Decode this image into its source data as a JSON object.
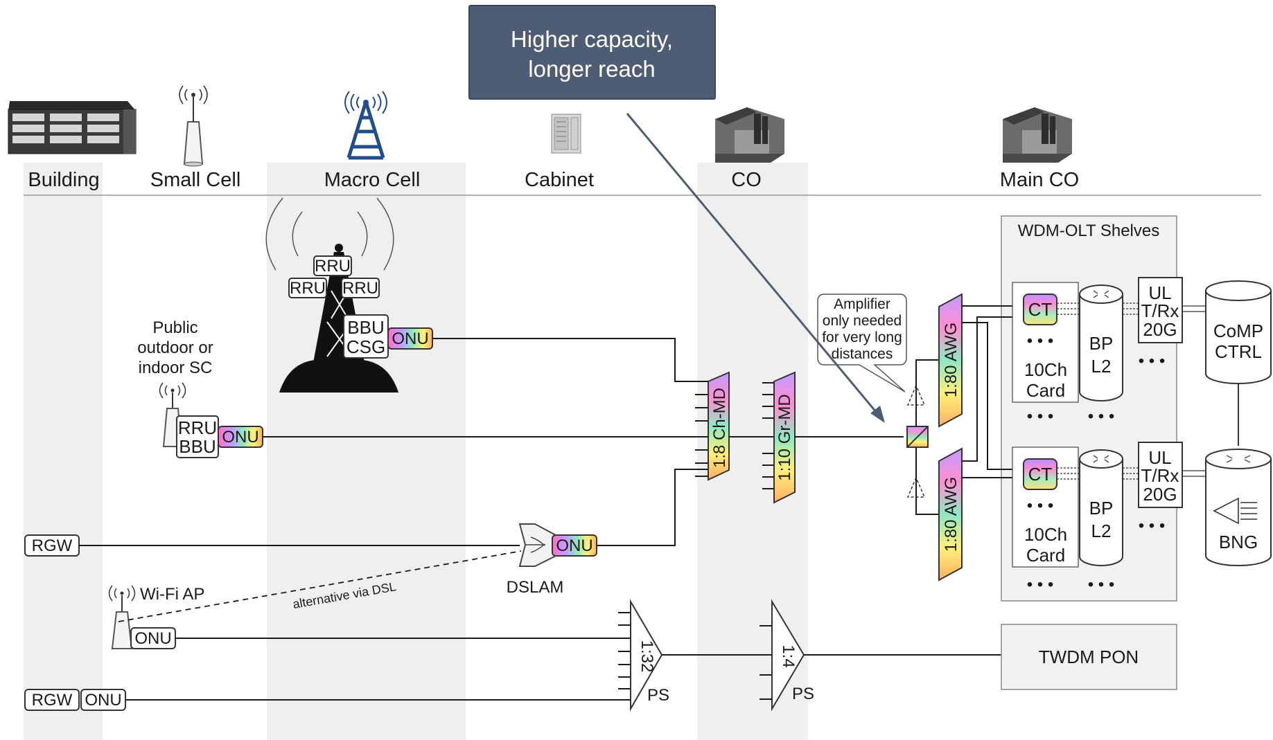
{
  "callout": {
    "line1": "Higher capacity,",
    "line2": "longer reach"
  },
  "columns": {
    "building": "Building",
    "small_cell": "Small Cell",
    "macro_cell": "Macro Cell",
    "cabinet": "Cabinet",
    "co": "CO",
    "main_co": "Main CO"
  },
  "macro": {
    "rru_top": "RRU",
    "rru_left": "RRU",
    "rru_right": "RRU",
    "bbu": "BBU",
    "csg": "CSG",
    "onu": "ONU"
  },
  "public_sc": {
    "line1": "Public",
    "line2": "outdoor or",
    "line3": "indoor SC",
    "rru": "RRU",
    "bbu": "BBU",
    "onu": "ONU"
  },
  "rgw1": "RGW",
  "dslam": {
    "onu": "ONU",
    "label": "DSLAM"
  },
  "wifi": {
    "label": "Wi-Fi AP",
    "onu": "ONU",
    "alt": "alternative via DSL"
  },
  "rgw2": {
    "rgw": "RGW",
    "onu": "ONU"
  },
  "mux": {
    "ch_md": "1:8 Ch-MD",
    "gr_md": "1:10 Gr-MD"
  },
  "splitters": {
    "s1": "1:32",
    "s1_ps": "PS",
    "s2": "1:4",
    "s2_ps": "PS"
  },
  "amplifier": {
    "line1": "Amplifier",
    "line2": "only needed",
    "line3": "for very long",
    "line4": "distances"
  },
  "awg": {
    "top": "1:80 AWG",
    "bottom": "1:80 AWG"
  },
  "olt": {
    "title": "WDM-OLT Shelves",
    "ct": "CT",
    "dots": "• • •",
    "card_line1": "10Ch",
    "card_line2": "Card",
    "bp1": "BP",
    "bp2": "L2",
    "ul1": "UL",
    "ul2": "T/Rx",
    "ul3": "20G"
  },
  "comp": {
    "line1": "CoMP",
    "line2": "CTRL"
  },
  "bng": "BNG",
  "twdm": "TWDM PON",
  "colors": {
    "callout_bg": "#4e5d73",
    "column_shade": "#efefef",
    "olt_shelf_bg": "#f1f1f1"
  }
}
